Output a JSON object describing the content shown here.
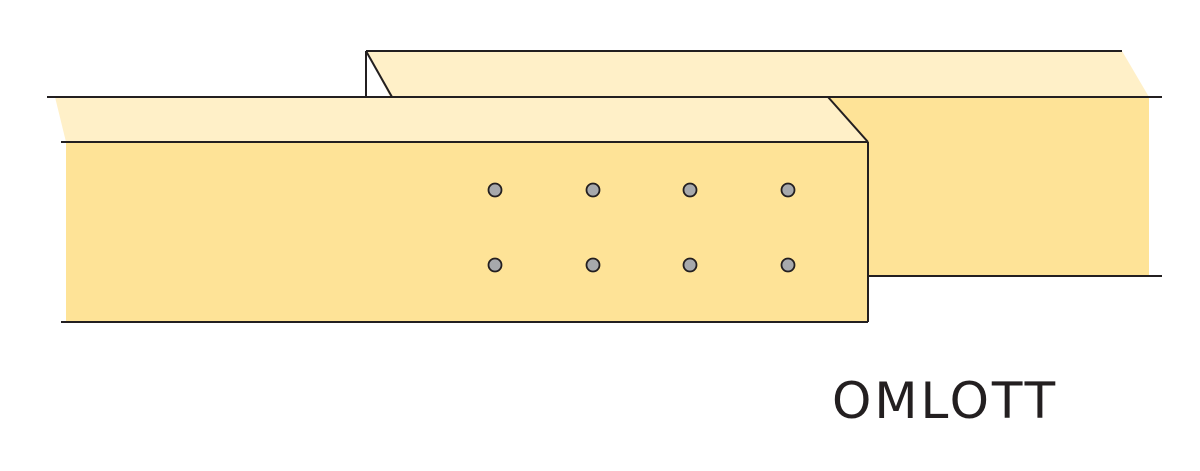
{
  "caption": "OMLOTT",
  "colors": {
    "face": "#fee397",
    "top": "#fff0c8",
    "outline": "#231f20",
    "fastener_fill": "#a7a9ac",
    "caption": "#231f20"
  },
  "fasteners": {
    "rows": 2,
    "columns": 4
  }
}
